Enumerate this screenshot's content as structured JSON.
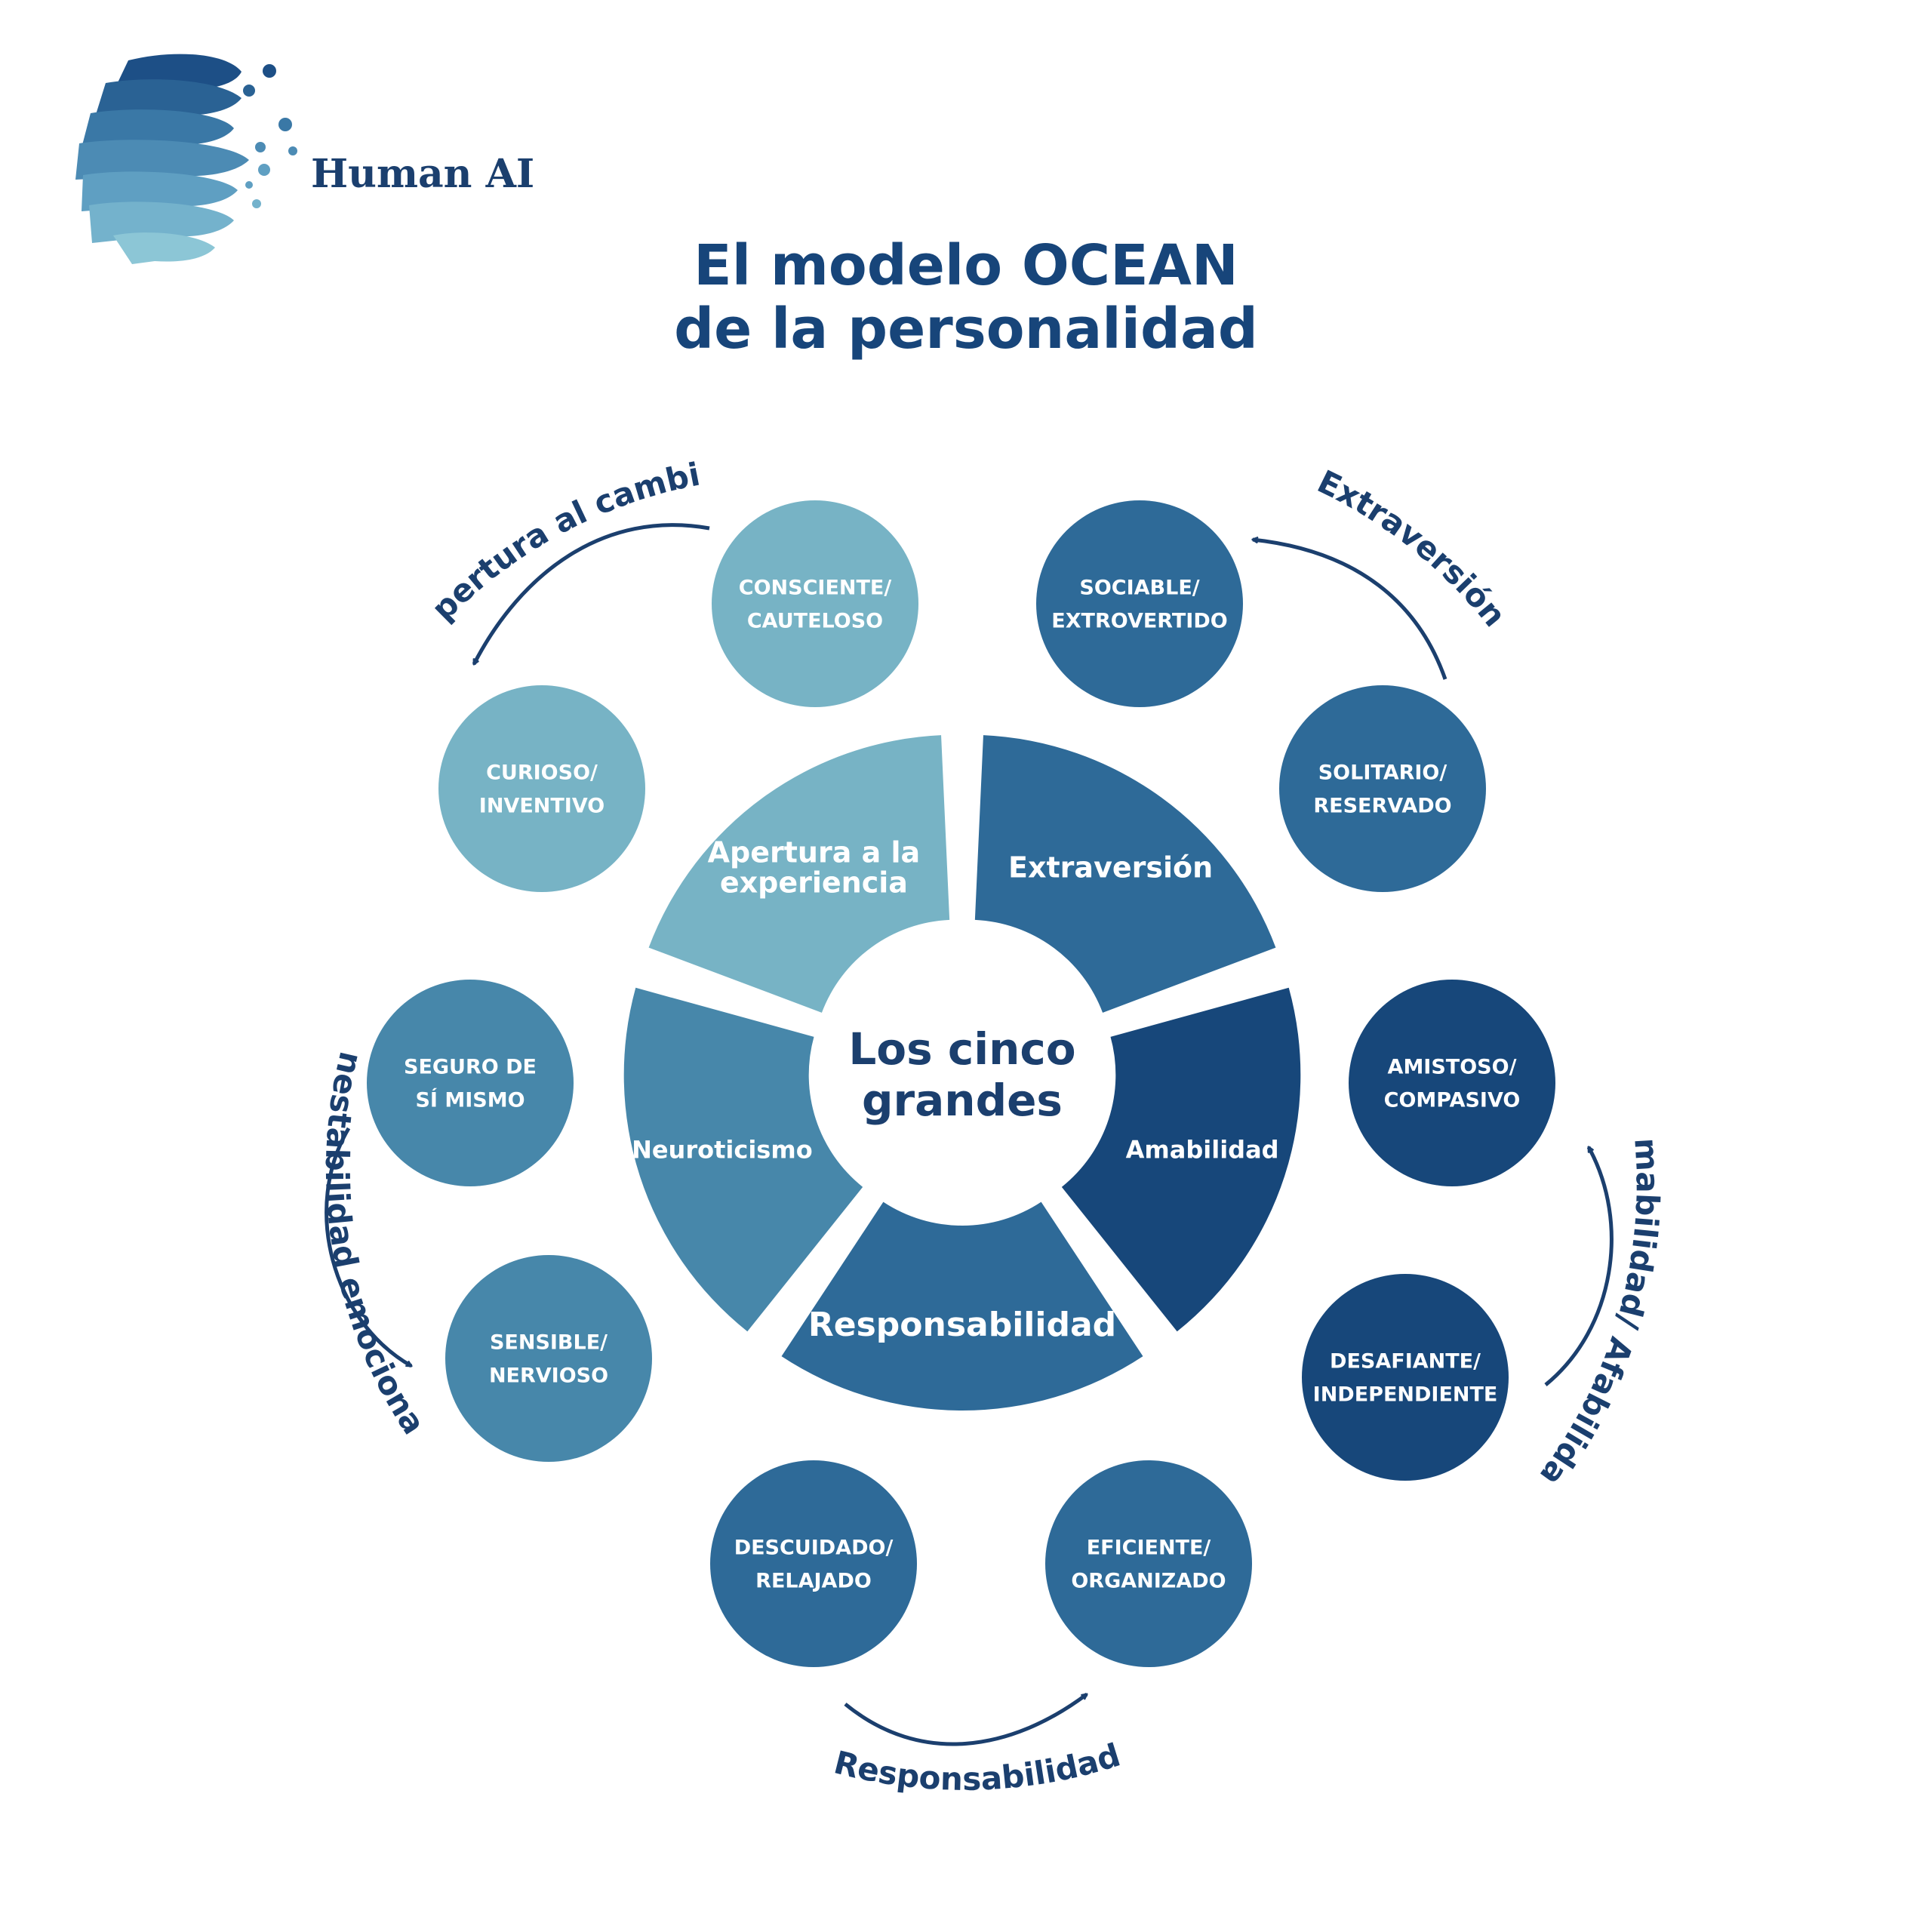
{
  "brand": {
    "name": "Human AI"
  },
  "title": {
    "line1": "El modelo OCEAN",
    "line2": "de la personalidad"
  },
  "center": {
    "line1": "Los cinco",
    "line2": "grandes"
  },
  "segments": [
    {
      "id": "apertura",
      "lines": [
        "Apertura a la",
        "experiencia"
      ],
      "color": "#77b3c5"
    },
    {
      "id": "extraversion",
      "lines": [
        "Extraversión"
      ],
      "color": "#2e6a98"
    },
    {
      "id": "amabilidad",
      "lines": [
        "Amabilidad"
      ],
      "color": "#17477a"
    },
    {
      "id": "responsabilidad",
      "lines": [
        "Responsabilidad"
      ],
      "color": "#2e6a98"
    },
    {
      "id": "neuroticismo",
      "lines": [
        "Neuroticismo"
      ],
      "color": "#4787aa"
    }
  ],
  "traits": [
    {
      "id": "consciente",
      "lines": [
        "CONSCIENTE/",
        "CAUTELOSO"
      ],
      "color": "#77b3c5"
    },
    {
      "id": "curioso",
      "lines": [
        "CURIOSO/",
        "INVENTIVO"
      ],
      "color": "#77b3c5"
    },
    {
      "id": "sociable",
      "lines": [
        "SOCIABLE/",
        "EXTROVERTIDO"
      ],
      "color": "#2e6a98"
    },
    {
      "id": "solitario",
      "lines": [
        "SOLITARIO/",
        "RESERVADO"
      ],
      "color": "#2e6a98"
    },
    {
      "id": "amistoso",
      "lines": [
        "AMISTOSO/",
        "COMPASIVO"
      ],
      "color": "#17477a"
    },
    {
      "id": "desafiante",
      "lines": [
        "DESAFIANTE/",
        "INDEPENDIENTE"
      ],
      "color": "#17477a"
    },
    {
      "id": "seguro",
      "lines": [
        "SEGURO DE",
        "SÍ MISMO"
      ],
      "color": "#4787aa"
    },
    {
      "id": "sensible",
      "lines": [
        "SENSIBLE/",
        "NERVIOSO"
      ],
      "color": "#4787aa"
    },
    {
      "id": "descuidado",
      "lines": [
        "DESCUIDADO/",
        "RELAJADO"
      ],
      "color": "#2e6a98"
    },
    {
      "id": "eficiente",
      "lines": [
        "EFICIENTE/",
        "ORGANIZADO"
      ],
      "color": "#2e6a98"
    }
  ],
  "arc_labels": [
    {
      "id": "apertura-cambio",
      "text": "Apertura al cambio"
    },
    {
      "id": "extraversion",
      "text": "Extraversión"
    },
    {
      "id": "amabilidad-afabilidad",
      "text": "Amabilidad/ Afabilidad"
    },
    {
      "id": "inestabilidad",
      "text": "Inestabilidad emocional"
    },
    {
      "id": "responsabilidad",
      "text": "Responsabilidad"
    }
  ],
  "colors": {
    "title": "#17457a",
    "arrow": "#1b3f6e",
    "center_text": "#1b3f6e"
  }
}
